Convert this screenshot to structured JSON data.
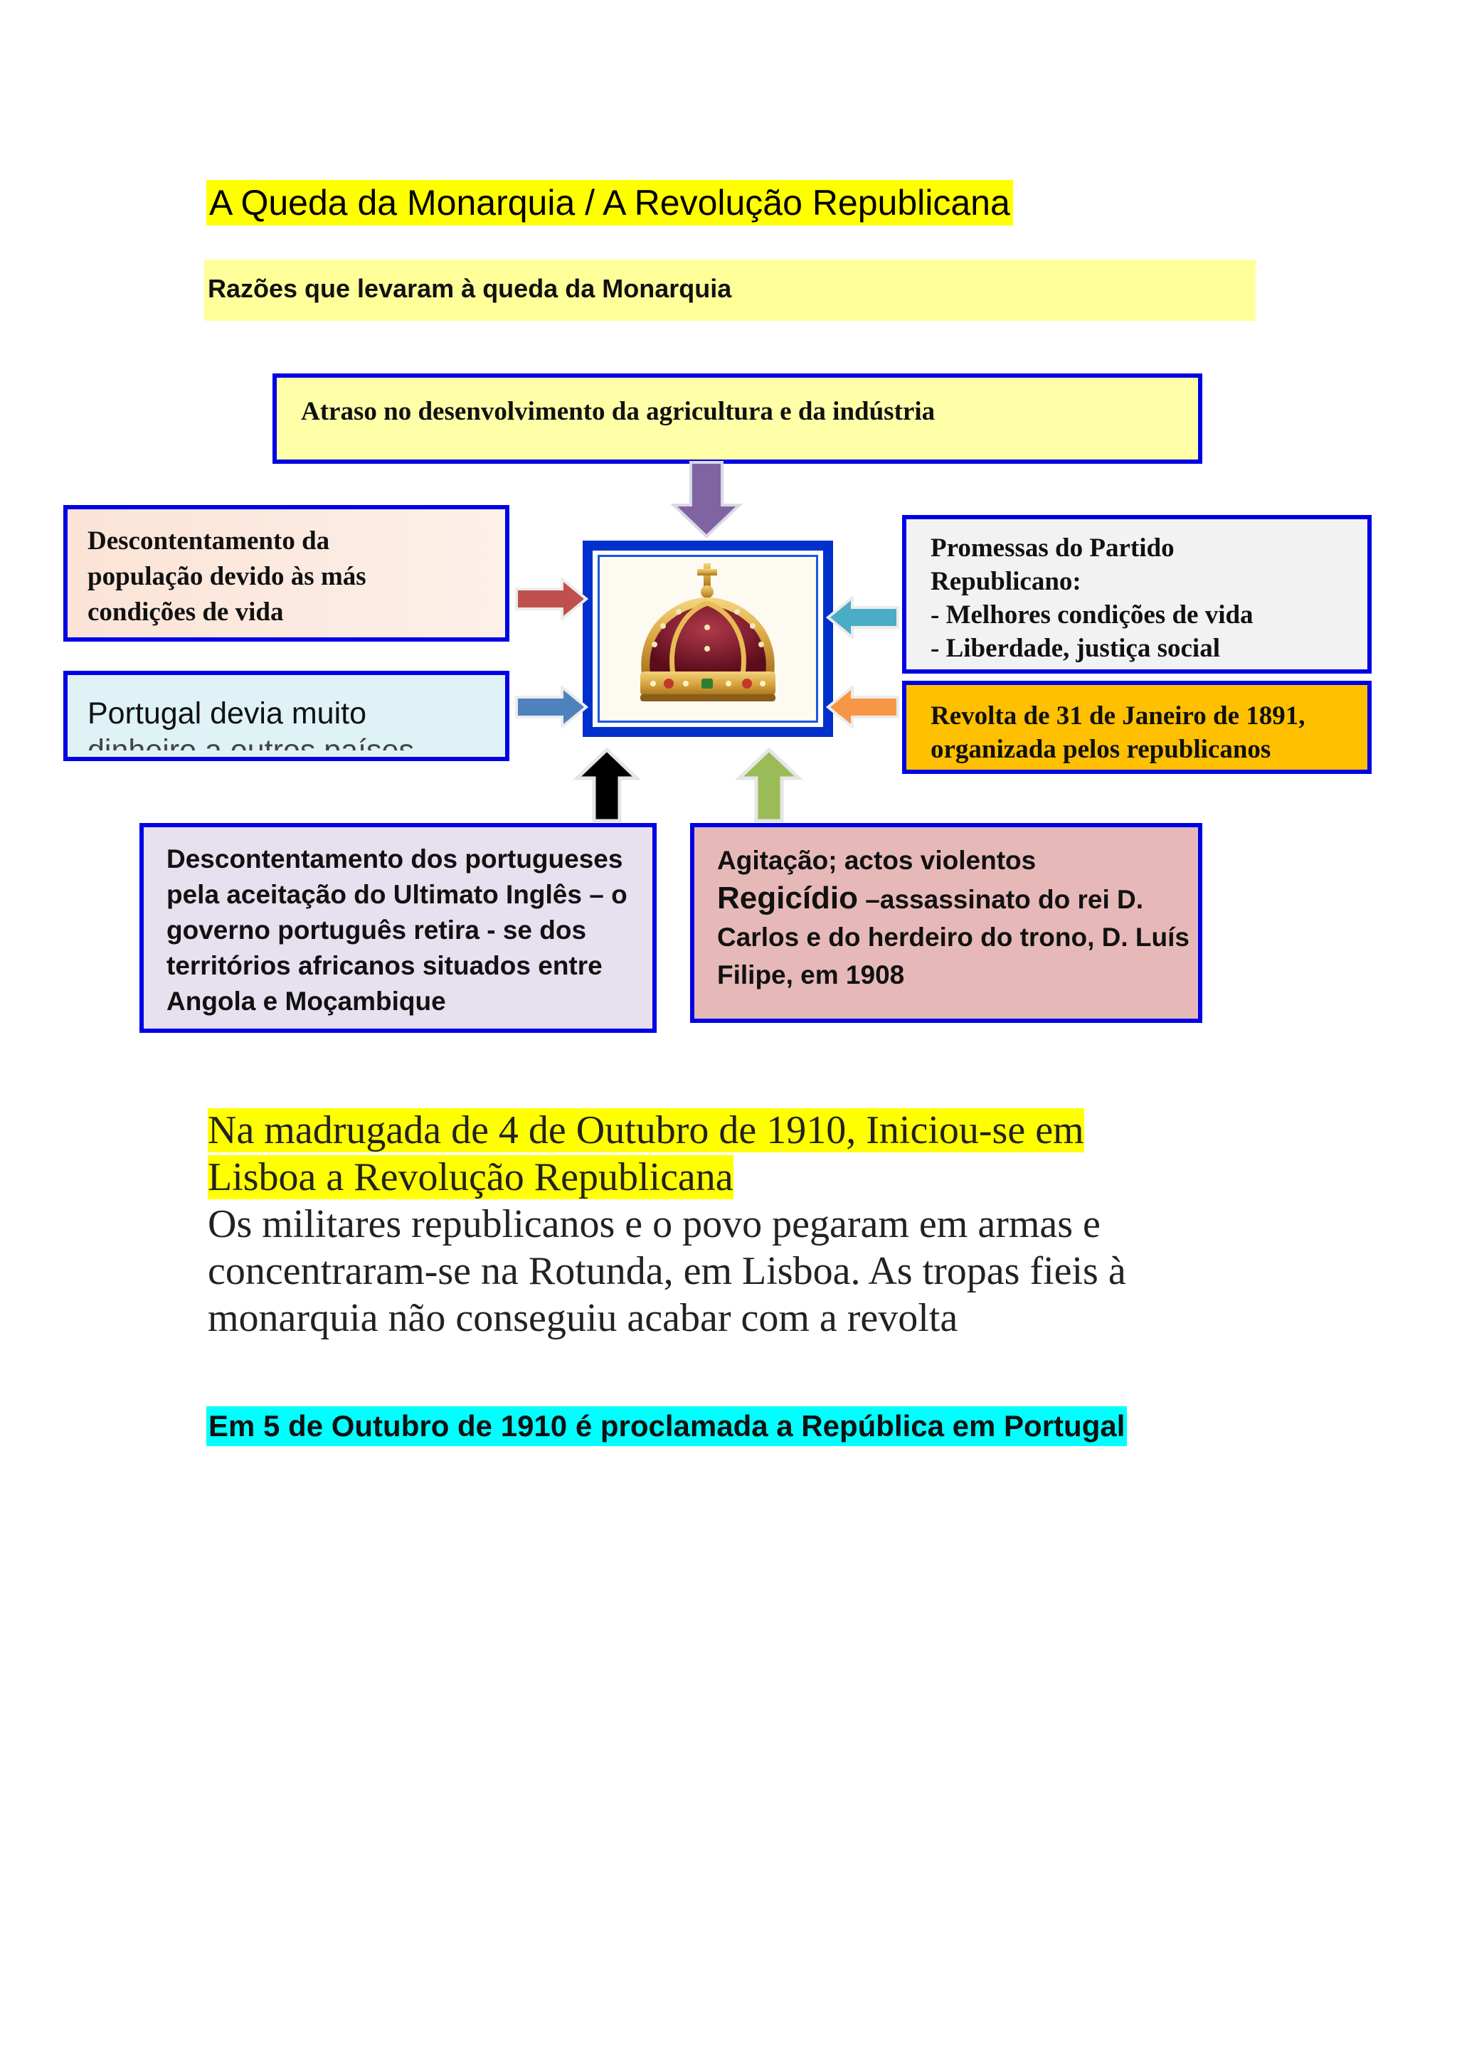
{
  "title": "A Queda da Monarquia  /   A Revolução Republicana",
  "subtitle": "Razões que levaram à queda da Monarquia",
  "diagram": {
    "top_box": "Atraso no desenvolvimento da agricultura  e da indústria",
    "left_box_1": [
      "Descontentamento da",
      "população  devido  às más",
      "condições  de vida"
    ],
    "left_box_2": "Portugal devia muito",
    "left_box_2_cut": "dinheiro a outros países",
    "right_box_1": [
      "Promessas do Partido",
      "Republicano:",
      "- Melhores condições  de vida",
      "- Liberdade,  justiça  social"
    ],
    "right_box_2": [
      "Revolta de 31 de Janeiro de 1891,",
      "organizada  pelos republicanos"
    ],
    "bottom_left_box": [
      "Descontentamento dos portugueses",
      "pela aceitação do Ultimato Inglês – o",
      "governo português retira - se dos",
      "territórios africanos situados entre",
      "Angola e Moçambique"
    ],
    "bottom_right_box": {
      "line1": "Agitação; actos violentos",
      "bold_word": "Regicídio",
      "line2_rest": " –assassinato do rei D.",
      "line3": "Carlos e do herdeiro do trono, D. Luís",
      "line4": "Filipe, em 1908"
    },
    "center_image": "crown-icon"
  },
  "paragraph": {
    "highlight_line1": "   Na madrugada de 4 de Outubro de 1910, Iniciou-se em",
    "highlight_line2": "Lisboa a Revolução Republicana",
    "line3": "Os militares republicanos e o povo pegaram  em armas e",
    "line4": "concentraram-se  na Rotunda, em Lisboa. As tropas fieis à",
    "line5": "monarquia  não conseguiu  acabar com a revolta"
  },
  "conclusion": "Em 5 de Outubro de 1910 é proclamada a República em Portugal",
  "colors": {
    "title_highlight": "#ffff00",
    "subtitle_band": "#ffff99",
    "box_border": "#0000e6",
    "conclusion_highlight": "#00ffff"
  }
}
